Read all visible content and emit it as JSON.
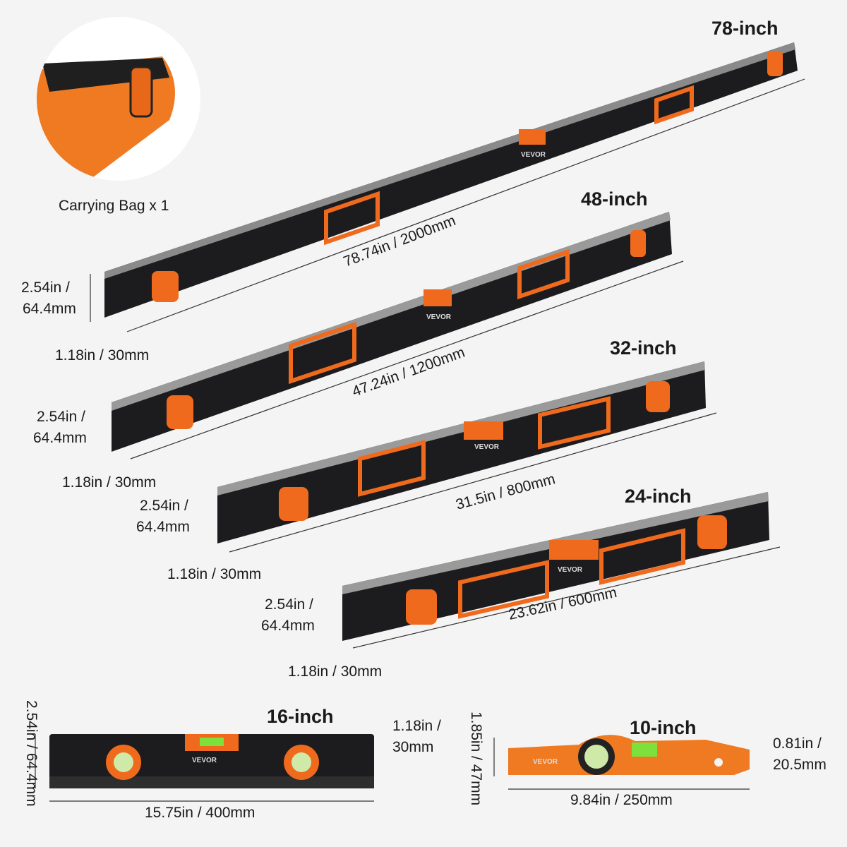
{
  "accessory": {
    "label": "Carrying Bag x 1"
  },
  "brand": "VEVOR",
  "colors": {
    "accent": "#f06a1d",
    "body": "#1c1c1e",
    "background": "#f4f4f4",
    "vial": "#7ee03a"
  },
  "levels": [
    {
      "title": "78-inch",
      "length": "78.74in / 2000mm",
      "height": "2.54in / 64.4mm",
      "height_line1": "2.54in /",
      "height_line2": "64.4mm",
      "width": "1.18in / 30mm"
    },
    {
      "title": "48-inch",
      "length": "47.24in / 1200mm",
      "height_line1": "2.54in /",
      "height_line2": "64.4mm",
      "width": "1.18in / 30mm"
    },
    {
      "title": "32-inch",
      "length": "31.5in / 800mm",
      "height_line1": "2.54in /",
      "height_line2": "64.4mm",
      "width": "1.18in / 30mm"
    },
    {
      "title": "24-inch",
      "length": "23.62in / 600mm",
      "height_line1": "2.54in /",
      "height_line2": "64.4mm",
      "width": "1.18in / 30mm"
    },
    {
      "title": "16-inch",
      "length": "15.75in / 400mm",
      "height": "2.54in / 64.4mm",
      "width_line1": "1.18in /",
      "width_line2": "30mm"
    },
    {
      "title": "10-inch",
      "length": "9.84in / 250mm",
      "height": "1.85in / 47mm",
      "width_line1": "0.81in /",
      "width_line2": "20.5mm"
    }
  ]
}
